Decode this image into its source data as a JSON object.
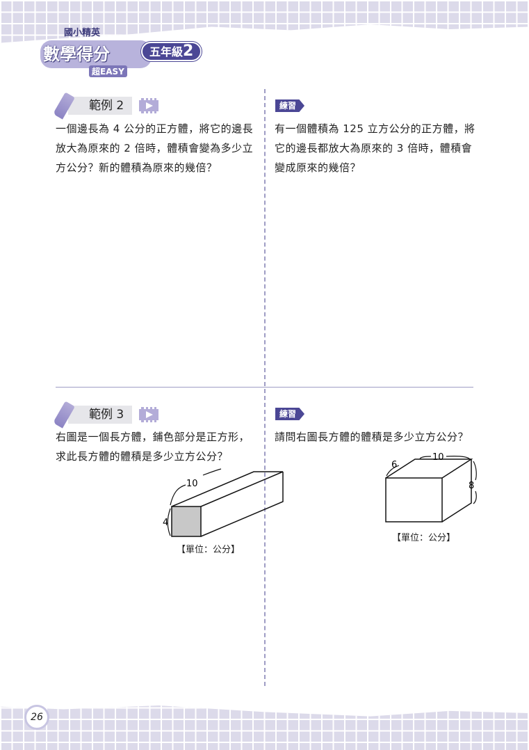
{
  "header": {
    "brand_sub": "國小精英",
    "brand_main": "數學得分",
    "brand_easy": "超EASY",
    "grade_label": "五年級",
    "grade_num": "2"
  },
  "sections": [
    {
      "example_label": "範例 2",
      "example_text": "一個邊長為 4 公分的正方體，將它的邊長放大為原來的 2 倍時，體積會變為多少立方公分？新的體積為原來的幾倍？",
      "practice_label": "練習",
      "practice_text": "有一個體積為 125 立方公分的正方體，將它的邊長都放大為原來的 3 倍時，體積會變成原來的幾倍？"
    },
    {
      "example_label": "範例 3",
      "example_text": "右圖是一個長方體，鋪色部分是正方形，求此長方體的體積是多少立方公分？",
      "practice_label": "練習",
      "practice_text": "請問右圖長方體的體積是多少立方公分？",
      "example_figure": {
        "length": "10",
        "side": "4",
        "unit": "【單位：公分】"
      },
      "practice_figure": {
        "width": "6",
        "length": "10",
        "height": "8",
        "unit": "【單位：公分】"
      }
    }
  ],
  "page_number": "26"
}
